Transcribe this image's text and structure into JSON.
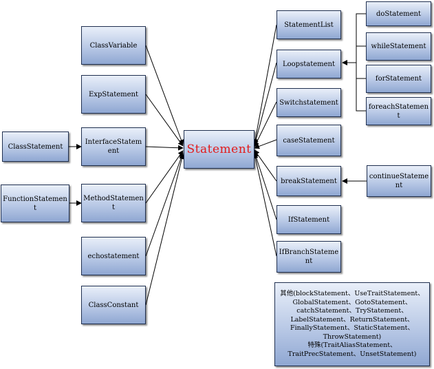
{
  "center": "Statement",
  "left_nodes": {
    "class_variable": "ClassVariable",
    "exp_statement": "ExpStatement",
    "interface_statement": "InterfaceStatement",
    "method_statement": "MethodStatement",
    "echo_statement": "echostatement",
    "class_constant": "ClassConstant"
  },
  "outer_left_nodes": {
    "class_statement": "ClassStatement",
    "function_statement": "FunctionStatement"
  },
  "right_nodes": {
    "statement_list": "StatementList",
    "loop_statement": "Loopstatement",
    "switch_statement": "Switchstatement",
    "case_statement": "caseStatement",
    "break_statement": "breakStatement",
    "if_statement": "IfStatement",
    "if_branch_statement": "IfBranchStatement"
  },
  "loop_children": {
    "do_statement": "doStatement",
    "while_statement": "whileStatement",
    "for_statement": "forStatement",
    "foreach_statement": "foreachStatement"
  },
  "continue_statement": "continueStatement",
  "note_lines": [
    "其他(blockStatement、UseTraitStatement、",
    "GlobalStatement、GotoStatement、",
    "catchStatement、TryStatement、",
    "LabelStatement、ReturnStatement、",
    "FinallyStatement、StaticStatement、",
    "ThrowStatement)",
    "特殊(TraitAliasStatement、",
    "TraitPrecStatement、UnsetStatement)"
  ],
  "colors": {
    "box_top": "#e9eff9",
    "box_bottom": "#8fa7d2",
    "border": "#1f2f4f",
    "center_text": "#e21b1b",
    "line": "#000000"
  }
}
